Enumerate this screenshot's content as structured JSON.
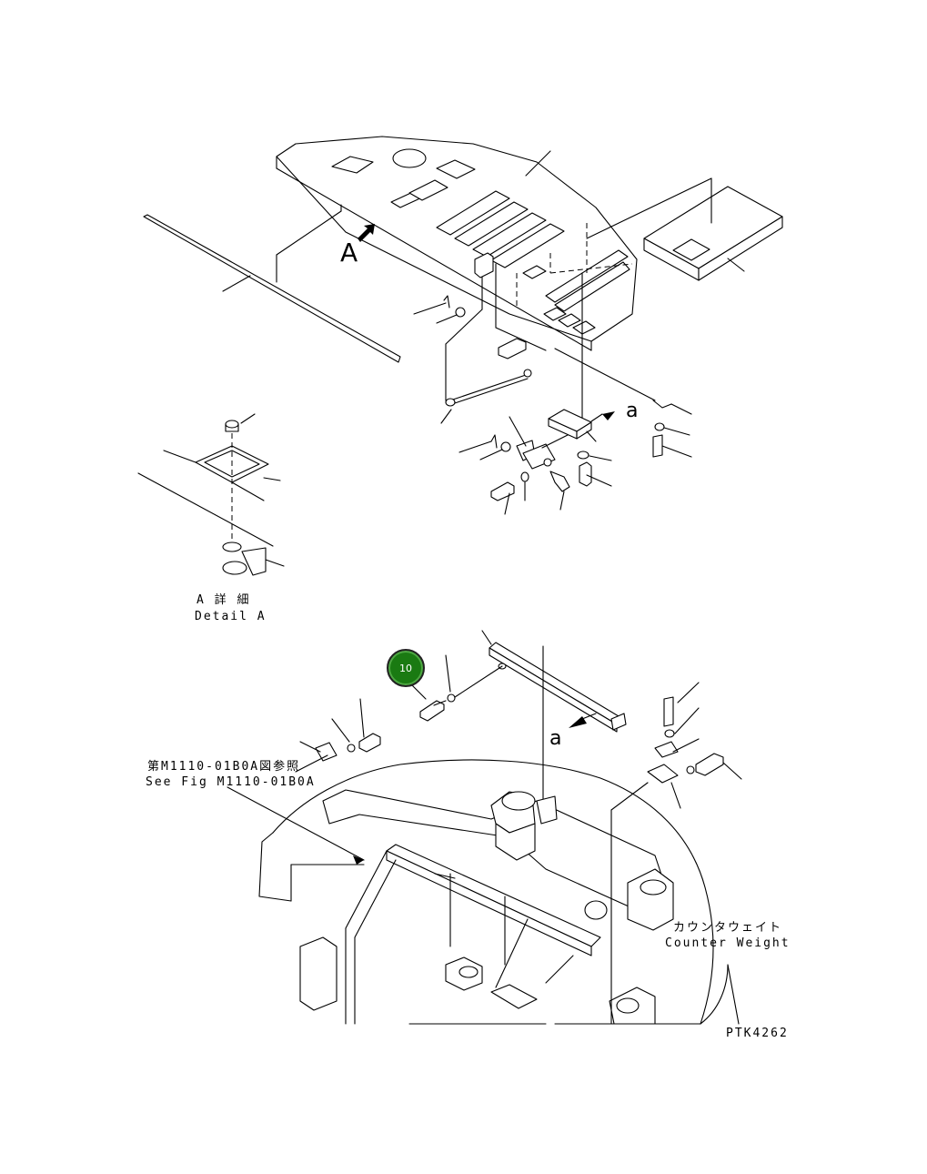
{
  "labels": {
    "view_a": "A",
    "arrow_a_upper": "a",
    "arrow_a_lower": "a",
    "detail_jp": "A 詳 細",
    "detail_en": "Detail A",
    "ref_jp": "第M1110-01B0A図参照",
    "ref_en": "See Fig M1110-01B0A",
    "counterweight_jp": "カウンタウェイト",
    "counterweight_en": "Counter Weight",
    "drawing_code": "PTK4262"
  },
  "callout": {
    "number": "10",
    "color": "#1a7a12"
  }
}
